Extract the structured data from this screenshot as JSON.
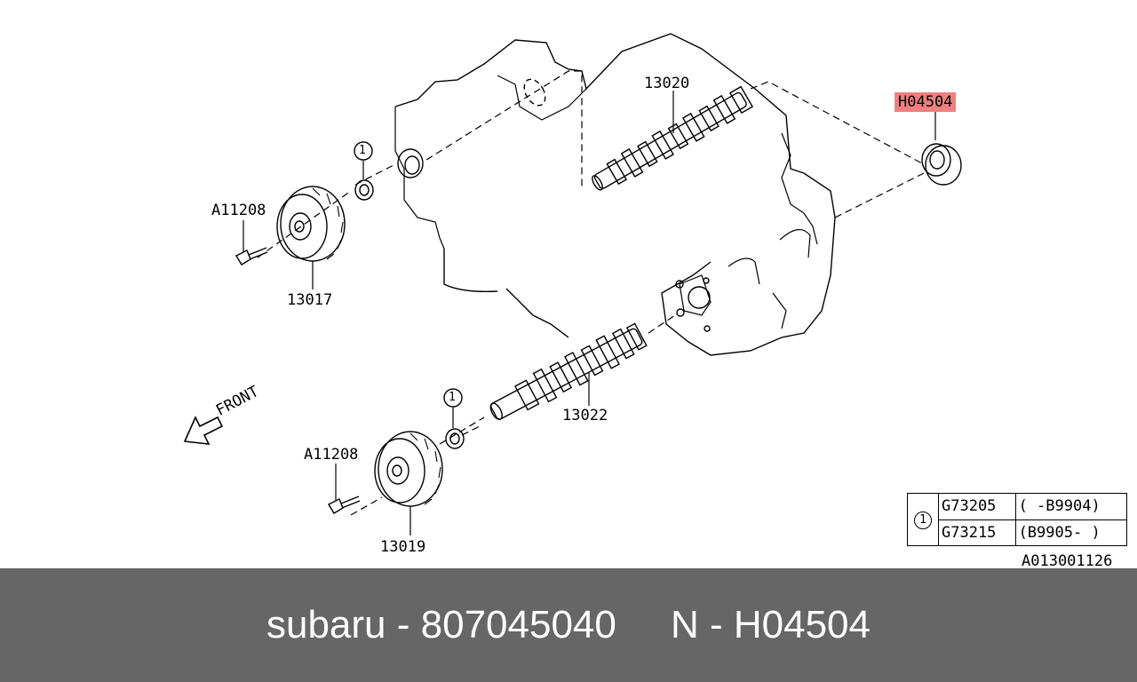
{
  "diagram": {
    "labels": {
      "camshaft_upper": "13020",
      "camshaft_lower": "13022",
      "sprocket_upper": "13017",
      "sprocket_lower": "13019",
      "bolt_upper": "A11208",
      "bolt_lower": "A11208",
      "seal_callout_upper": "1",
      "seal_callout_lower": "1",
      "highlighted_part": "H04504",
      "front_arrow": "FRONT",
      "diagram_code": "A013001126"
    },
    "highlight_color": "#f08080"
  },
  "ref_table": {
    "callout": "1",
    "rows": [
      {
        "part": "G73205",
        "range": "( -B9904)"
      },
      {
        "part": "G73215",
        "range": "(B9905- )"
      }
    ]
  },
  "footer": {
    "text": "subaru - 807045040     N - H04504",
    "background": "#666666"
  }
}
